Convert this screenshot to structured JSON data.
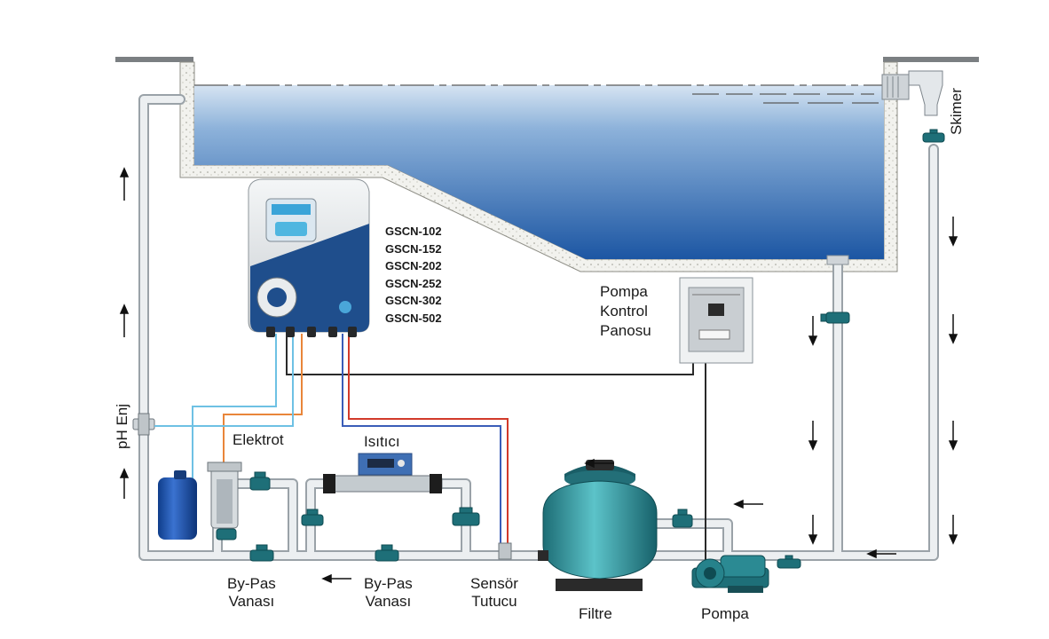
{
  "labels": {
    "skimer": "Skimer",
    "pompa_kontrol": [
      "Pompa",
      "Kontrol",
      "Panosu"
    ],
    "ph_enj": "pH Enj",
    "elektrot": "Elektrot",
    "isitici": "Isıtıcı",
    "bypass_left": [
      "By-Pas",
      "Vanası"
    ],
    "bypass_mid": [
      "By-Pas",
      "Vanası"
    ],
    "sensor": [
      "Sensör",
      "Tutucu"
    ],
    "filtre": "Filtre",
    "pompa": "Pompa"
  },
  "models": [
    "GSCN-102",
    "GSCN-152",
    "GSCN-202",
    "GSCN-252",
    "GSCN-302",
    "GSCN-502"
  ],
  "colors": {
    "pipe": "#e3e6e8",
    "pipe_edge": "#a9b0b5",
    "water_top": "#c9dcef",
    "water_bottom": "#1f5aa6",
    "valve": "#1e6f78",
    "wire_black": "#2a2a2a",
    "wire_red": "#d23a2a",
    "wire_blue": "#3a5db8",
    "wire_orange": "#e9863a",
    "wire_lightblue": "#6ec1e4",
    "filter": "#2f9aa3",
    "device_blue": "#1f4e8c"
  },
  "icons": [
    "arrow-up-icon",
    "arrow-down-icon",
    "arrow-left-icon",
    "valve-icon",
    "pump-icon",
    "filter-tank-icon",
    "chlorinator-device-icon",
    "chemical-tank-icon",
    "heater-icon",
    "skimmer-icon",
    "control-panel-icon"
  ]
}
